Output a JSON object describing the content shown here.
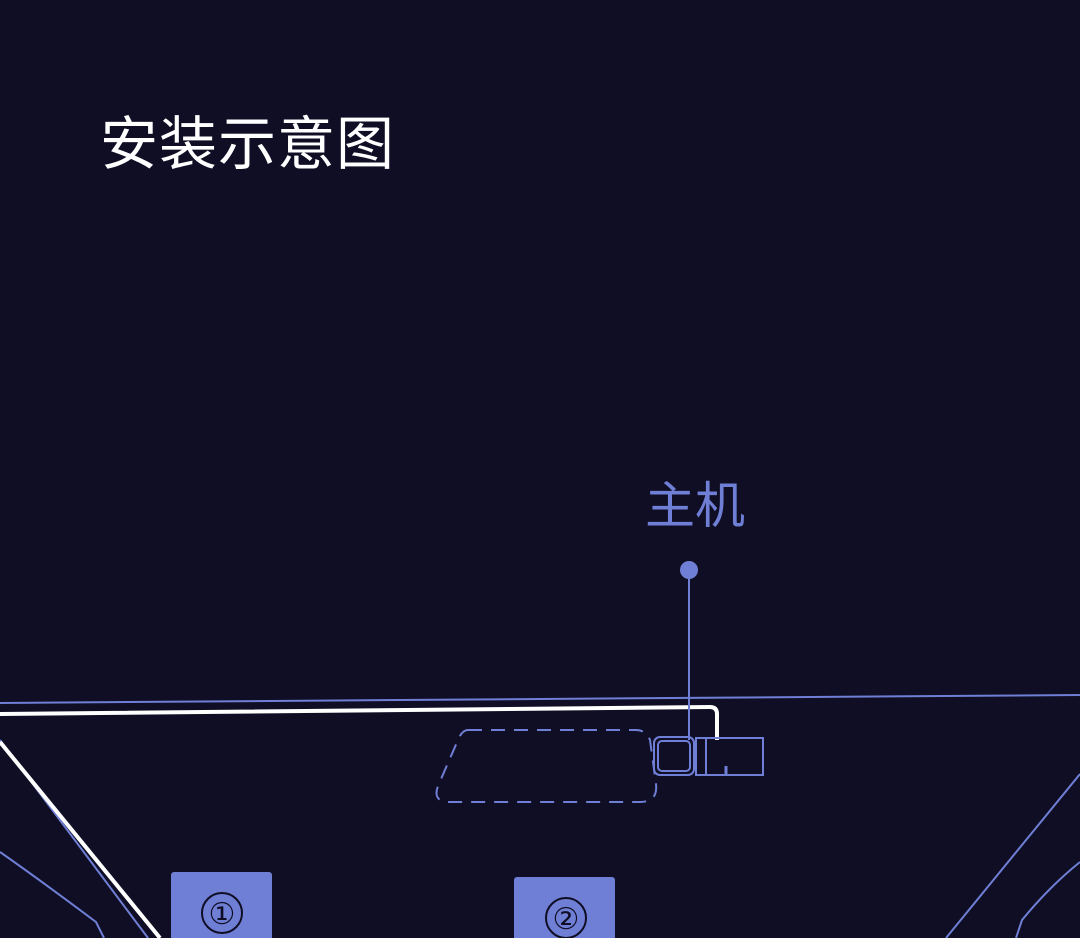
{
  "header": {
    "title": "安装示意图"
  },
  "diagram": {
    "main_unit_label": "主机",
    "markers": [
      {
        "label": "①"
      },
      {
        "label": "②"
      }
    ]
  },
  "colors": {
    "background": "#100e24",
    "accent": "#6f7fd6",
    "cable": "#ffffff",
    "title_text": "#ffffff"
  }
}
